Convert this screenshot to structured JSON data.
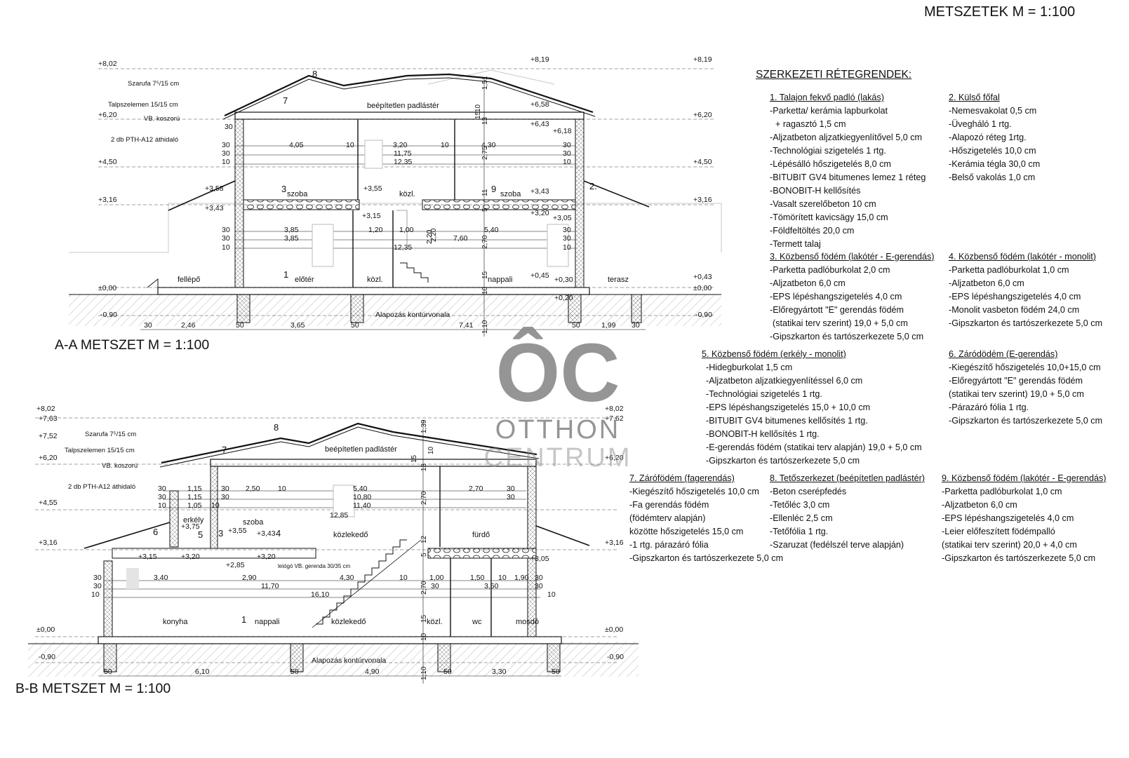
{
  "page_title": "METSZETEK M = 1:100",
  "legend_title": "SZERKEZETI RÉTEGRENDEK:",
  "legend": [
    {
      "title": "1. Talajon fekvő padló (lakás)",
      "items": [
        "-Parketta/ kerámia lapburkolat",
        "  + ragasztó 1,5 cm",
        "-Aljzatbeton aljzatkiegyenlítővel 5,0 cm",
        "-Technológiai szigetelés 1 rtg.",
        "-Lépésálló hőszigetelés 8,0 cm",
        "-BITUBIT GV4 bitumenes lemez 1 réteg",
        "-BONOBIT-H kellősítés",
        "-Vasalt szerelőbeton 10 cm",
        "-Tömörített kavicsägy 15,0 cm",
        "-Földfeltöltés 20,0 cm",
        "-Termett talaj"
      ]
    },
    {
      "title": "2. Külső főfal",
      "items": [
        "-Nemesvakolat 0,5 cm",
        "-Üvegháló 1 rtg.",
        "-Alapozó réteg 1rtg.",
        "-Hőszigetelés 10,0 cm",
        "-Kerámia tégla 30,0 cm",
        "-Belső vakolás 1,0 cm"
      ]
    },
    {
      "title": "3. Közbenső födém (lakótér - E-gerendás)",
      "items": [
        "-Parketta padlóburkolat 2,0 cm",
        "-Aljzatbeton 6,0 cm",
        "-EPS lépéshangszigetelés 4,0 cm",
        "-Előregyártott \"E\" gerendás födém",
        "  (statikai terv szerint) 19,0 + 5,0 cm",
        "-Gipszkarton és tartószerkezete 5,0 cm"
      ]
    },
    {
      "title": "4. Közbenső födém (lakótér - monolit)",
      "items": [
        "-Parketta padlóburkolat 1,0 cm",
        "-Aljzatbeton 6,0 cm",
        "-EPS lépéshangszigetelés 4,0 cm",
        "-Monolit vasbeton födém 24,0 cm",
        "-Gipszkarton és tartószerkezete 5,0 cm"
      ]
    },
    {
      "title": "5. Közbenső födém (erkély - monolit)",
      "items": [
        "-Hidegburkolat 1,5 cm",
        "-Aljzatbeton aljzatkiegyenlítéssel 6,0 cm",
        "-Technológiai szigetelés 1 rtg.",
        "-EPS lépéshangszigetelés 15,0 + 10,0 cm",
        "-BITUBIT GV4 bitumenes kellősítés 1 rtg.",
        "-BONOBIT-H kellősítés 1 rtg.",
        "-E-gerendás födém (statikai terv alapján) 19,0 + 5,0 cm",
        "-Gipszkarton és tartószerkezete 5,0 cm"
      ]
    },
    {
      "title": "6. Záródödém (E-gerendás)",
      "items": [
        "-Kiegészítő hőszigetelés 10,0+15,0 cm",
        "-Előregyártott \"E\" gerendás födém",
        "  (statikai terv szerint) 19,0 + 5,0 cm",
        "-Párazáró fólia 1 rtg.",
        "-Gipszkarton és tartószerkezete 5,0 cm"
      ]
    },
    {
      "title": "7. Zárófödém (fagerendás)",
      "items": [
        "-Kiegészítő hőszigetelés 10,0 cm",
        "-Fa gerendás födém",
        "  (födémterv alapján)",
        "  közötte hőszigetelés 15,0 cm",
        "-1 rtg. párazáró fólia",
        "-Gipszkarton és tartószerkezete 5,0 cm"
      ]
    },
    {
      "title": "8. Tetőszerkezet (beépítetlen padlástér)",
      "items": [
        "-Beton cserépfedés",
        "-Tetőléc 3,0 cm",
        "-Ellenléc 2,5 cm",
        "-Tetőfólia 1 rtg.",
        "-Szaruzat (fedélszél terve alapján)"
      ]
    },
    {
      "title": "9. Közbenső födém (lakótér - E-gerendás)",
      "items": [
        "-Parketta padlóburkolat 1,0 cm",
        "-Aljzatbeton 6,0 cm",
        "-EPS lépéshangszigetelés 4,0 cm",
        "-Leier előfeszített födémpalló",
        "  (statikai terv szerint) 20,0 + 4,0 cm",
        "-Gipszkarton és tartószerkezete 5,0 cm"
      ]
    }
  ],
  "section_aa": {
    "title": "A-A METSZET M = 1:100",
    "levels_left": [
      "+8,02",
      "+6,20",
      "+4,50",
      "+3,16",
      "±0,00",
      "-0,90"
    ],
    "levels_right": [
      "+8,19",
      "+6,20",
      "+4,50",
      "+3,16",
      "+0,43",
      "±0,00",
      "-0,90"
    ],
    "levels_mid": [
      "+8,19",
      "+6,58",
      "+6,43",
      "+6,18",
      "+3,58",
      "+3,43",
      "+3,55",
      "+3,15",
      "+3,43",
      "+3,20",
      "+3,05",
      "+0,45",
      "+0,30",
      "+0,20"
    ],
    "callouts": [
      "Szarufa 7⁵/15 cm",
      "Talpszelemen 15/15 cm",
      "VB. koszorú",
      "2 db PTH-A12 áthidaló"
    ],
    "rooms": [
      "beépítetlen padlástér",
      "szoba",
      "közl.",
      "szoba",
      "fellépő",
      "előtér",
      "közl.",
      "nappali",
      "terasz"
    ],
    "markers": [
      "8",
      "7",
      "3",
      "9",
      "2.",
      "1"
    ],
    "dims_upper": [
      "4,05",
      "10",
      "3,20",
      "10",
      "4,30",
      "11,75",
      "12,35"
    ],
    "dims_lower": [
      "3,85",
      "3,85",
      "1,20",
      "1,00",
      "2,20",
      "7,60",
      "5,40",
      "12,35"
    ],
    "dims_left_upper": [
      "30",
      "30",
      "10",
      "30"
    ],
    "dims_left_lower": [
      "30",
      "30",
      "10"
    ],
    "dims_right": [
      "30",
      "30",
      "10",
      "30",
      "30",
      "10"
    ],
    "dims_vertical": [
      "1,51",
      "10",
      "13",
      "15",
      "2,75",
      "11",
      "5",
      "2,20",
      "2,70",
      "15",
      "10",
      "1,10"
    ],
    "dims_bottom": [
      "30",
      "2,46",
      "50",
      "3,65",
      "50",
      "7,41",
      "50",
      "1,99",
      "30"
    ],
    "foundation_label": "Alapozás kontúrvonala"
  },
  "section_bb": {
    "title": "B-B METSZET M = 1:100",
    "levels_left": [
      "+8,02",
      "+7,63",
      "+7,52",
      "+6,20",
      "+4,55",
      "+3,16",
      "±0,00",
      "-0,90"
    ],
    "levels_right": [
      "+8,02",
      "+7,62",
      "+6,20",
      "+3,16",
      "±0,00",
      "-0,90"
    ],
    "levels_mid": [
      "+3,75",
      "+3,55",
      "+3,43",
      "+3,15",
      "+3,20",
      "+2,85",
      "+3,20",
      "+3,05"
    ],
    "callouts": [
      "Szarufa 7⁵/15 cm",
      "Talpszelemen 15/15 cm",
      "VB. koszorú",
      "2 db PTH-A12 áthidaló",
      "leiógó VB. gerenda 30/35 cm"
    ],
    "rooms": [
      "beépítetlen padlástér",
      "erkély",
      "szoba",
      "közlekedő",
      "fürdő",
      "konyha",
      "nappali",
      "közlekedő",
      "közl.",
      "wc",
      "mosdó"
    ],
    "markers": [
      "8",
      "7",
      "6",
      "5",
      "3",
      "4",
      "1"
    ],
    "dims_upper": [
      "1,15",
      "1,15",
      "1,05",
      "30",
      "30",
      "10",
      "2,50",
      "10",
      "5,40",
      "10,80",
      "11,40",
      "12,85",
      "2,70",
      "30",
      "30"
    ],
    "dims_lower": [
      "3,40",
      "2,90",
      "11,70",
      "4,30",
      "16,10",
      "10",
      "1,00",
      "30",
      "1,50",
      "10",
      "1,90",
      "30",
      "3,50",
      "30",
      "10"
    ],
    "dims_left_upper": [
      "30",
      "30",
      "10"
    ],
    "dims_left_lower": [
      "30",
      "30",
      "10"
    ],
    "dims_vertical": [
      "1,39",
      "10",
      "13",
      "15",
      "2,70",
      "12",
      "5",
      "2,70",
      "15",
      "10",
      "1,10"
    ],
    "dims_bottom": [
      "50",
      "6,10",
      "50",
      "4,90",
      "50",
      "3,30",
      "50"
    ],
    "foundation_label": "Alapozás kontúrvonala"
  },
  "watermark": {
    "logo": "ÔC",
    "line1": "OTTHON",
    "line2": "CENTRUM",
    "color": "#8a8a8a"
  }
}
